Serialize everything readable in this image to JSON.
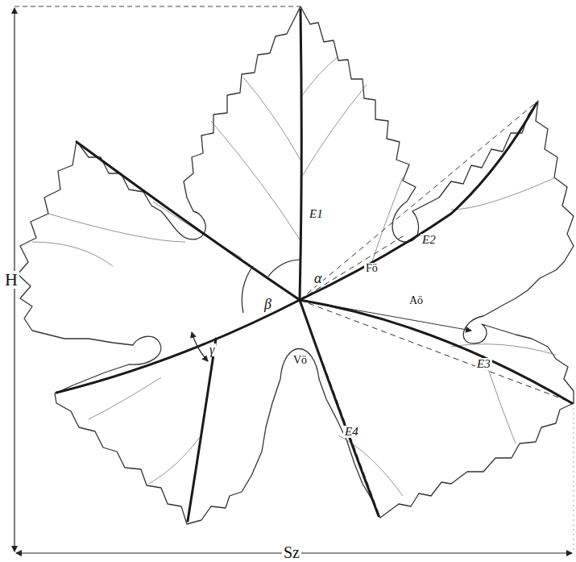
{
  "diagram": {
    "labels": [
      "H",
      "Sz",
      "E1",
      "E2",
      "E3",
      "E4",
      "Fö",
      "Aö",
      "Vö",
      "α",
      "β",
      "γ"
    ]
  }
}
